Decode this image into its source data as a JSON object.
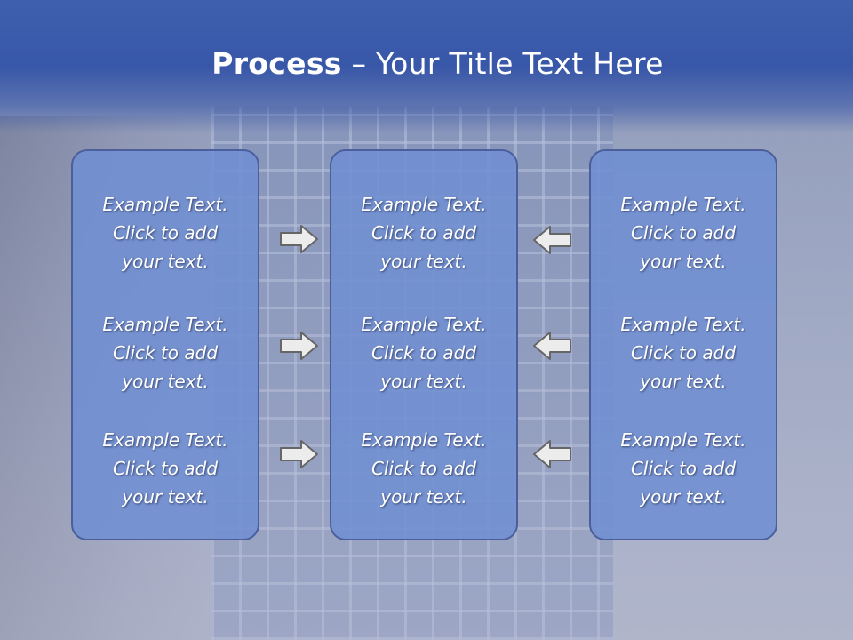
{
  "slide": {
    "title_bold": "Process",
    "title_rest": " – Your Title Text Here"
  },
  "columns": [
    {
      "items": [
        {
          "line1": "Example Text.",
          "line2": "Click  to add",
          "line3": "your text."
        },
        {
          "line1": "Example Text.",
          "line2": "Click  to add",
          "line3": "your text."
        },
        {
          "line1": "Example Text.",
          "line2": "Click  to add",
          "line3": "your text."
        }
      ]
    },
    {
      "items": [
        {
          "line1": "Example Text.",
          "line2": "Click  to add",
          "line3": "your text."
        },
        {
          "line1": "Example Text.",
          "line2": "Click  to add",
          "line3": "your text."
        },
        {
          "line1": "Example Text.",
          "line2": "Click  to add",
          "line3": "your text."
        }
      ]
    },
    {
      "items": [
        {
          "line1": "Example Text.",
          "line2": "Click  to add",
          "line3": "your text."
        },
        {
          "line1": "Example Text.",
          "line2": "Click  to add",
          "line3": "your text."
        },
        {
          "line1": "Example Text.",
          "line2": "Click  to add",
          "line3": "your text."
        }
      ]
    }
  ],
  "colors": {
    "title_band": "#3857a8",
    "box_fill": "#708ed2",
    "box_border": "#4a5f9c",
    "arrow_fill": "#ececec",
    "arrow_stroke": "#666666"
  },
  "icons": {
    "left_arrows": "arrow-right-icon",
    "right_arrows": "arrow-left-icon"
  }
}
